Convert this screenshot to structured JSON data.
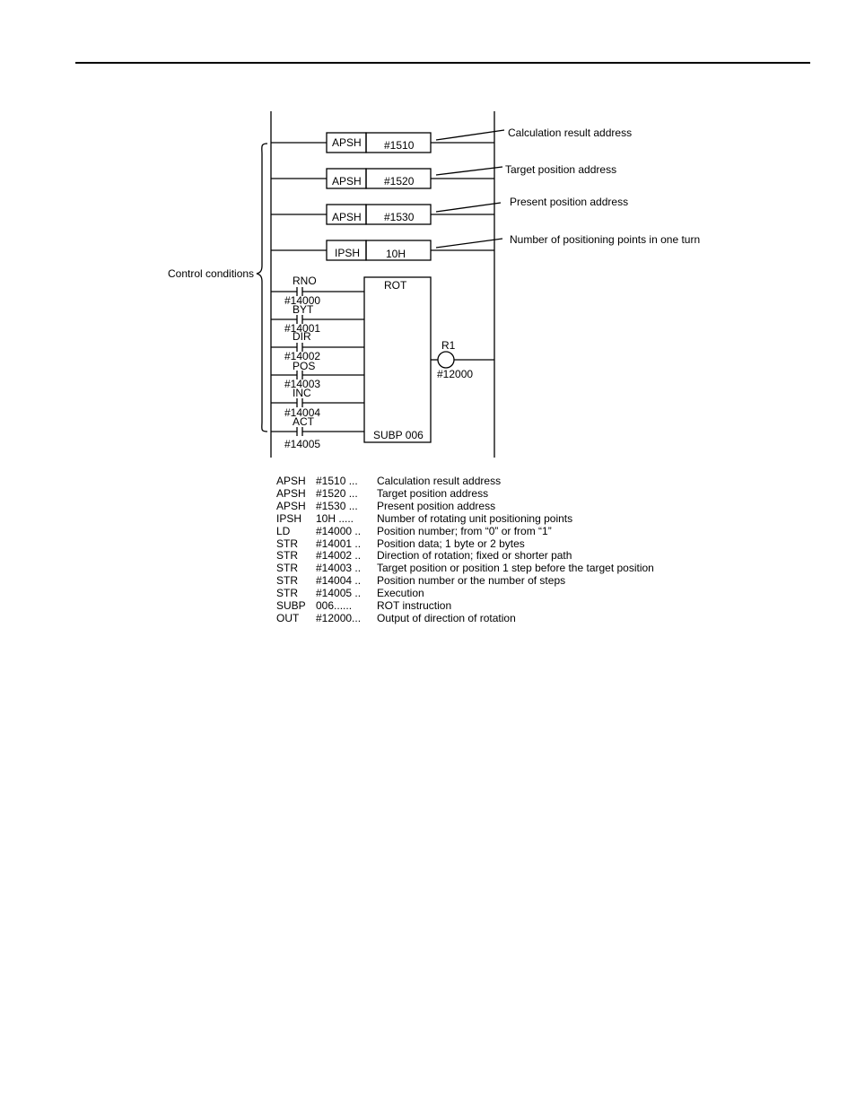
{
  "diagram": {
    "control_conditions_label": "Control conditions",
    "blocks": [
      {
        "mnemonic": "APSH",
        "operand": "#1510",
        "callout": "Calculation result address"
      },
      {
        "mnemonic": "APSH",
        "operand": "#1520",
        "callout": "Target position address"
      },
      {
        "mnemonic": "APSH",
        "operand": "#1530",
        "callout": "Present position address"
      },
      {
        "mnemonic": "IPSH",
        "operand": "10H",
        "callout": "Number of positioning points in one turn"
      }
    ],
    "contacts": [
      {
        "name": "RNO",
        "address": "#14000"
      },
      {
        "name": "BYT",
        "address": "#14001"
      },
      {
        "name": "DIR",
        "address": "#14002"
      },
      {
        "name": "POS",
        "address": "#14003"
      },
      {
        "name": "INC",
        "address": "#14004"
      },
      {
        "name": "ACT",
        "address": "#14005"
      }
    ],
    "rot_box": {
      "title": "ROT",
      "footer": "SUBP 006"
    },
    "coil": {
      "name": "R1",
      "address": "#12000"
    }
  },
  "legend": [
    {
      "mnemonic": "APSH",
      "operand": "#1510 ...",
      "description": "Calculation result address"
    },
    {
      "mnemonic": "APSH",
      "operand": "#1520 ...",
      "description": "Target position address"
    },
    {
      "mnemonic": "APSH",
      "operand": "#1530 ...",
      "description": "Present position address"
    },
    {
      "mnemonic": "IPSH",
      "operand": "10H .....",
      "description": "Number of rotating unit positioning points"
    },
    {
      "mnemonic": "LD",
      "operand": "#14000 ..",
      "description": "Position number; from “0” or from “1”"
    },
    {
      "mnemonic": "STR",
      "operand": "#14001 ..",
      "description": "Position data; 1 byte or 2 bytes"
    },
    {
      "mnemonic": "STR",
      "operand": "#14002 ..",
      "description": "Direction of rotation; fixed or shorter path"
    },
    {
      "mnemonic": "STR",
      "operand": "#14003 ..",
      "description": "Target position or position 1 step before the target position"
    },
    {
      "mnemonic": "STR",
      "operand": "#14004 ..",
      "description": "Position number or the number of steps"
    },
    {
      "mnemonic": "STR",
      "operand": "#14005 ..",
      "description": "Execution"
    },
    {
      "mnemonic": "SUBP",
      "operand": "006......",
      "description": "ROT instruction"
    },
    {
      "mnemonic": "OUT",
      "operand": "#12000...",
      "description": "Output of direction of rotation"
    }
  ]
}
